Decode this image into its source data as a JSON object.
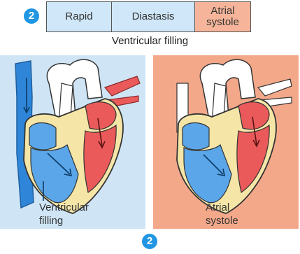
{
  "header": {
    "badge": "2",
    "phases": [
      "Rapid",
      "Diastasis",
      "Atrial systole"
    ],
    "caption": "Ventricular filling"
  },
  "panels": [
    {
      "label_line1": "Ventricular",
      "label_line2": "filling"
    },
    {
      "label_line1": "Atrial",
      "label_line2": "systole"
    }
  ],
  "footer": {
    "badge": "2"
  },
  "colors": {
    "badge": "#2196e3",
    "phase_light": "#cfe7f8",
    "phase_atrial": "#f6b59a",
    "panel_left_bg": "#cfe5f6",
    "panel_right_bg": "#f3a88a",
    "deoxygenated": "#5aa6e8",
    "oxygenated": "#ea5a5a",
    "heart_wall": "#f5e6a8"
  }
}
